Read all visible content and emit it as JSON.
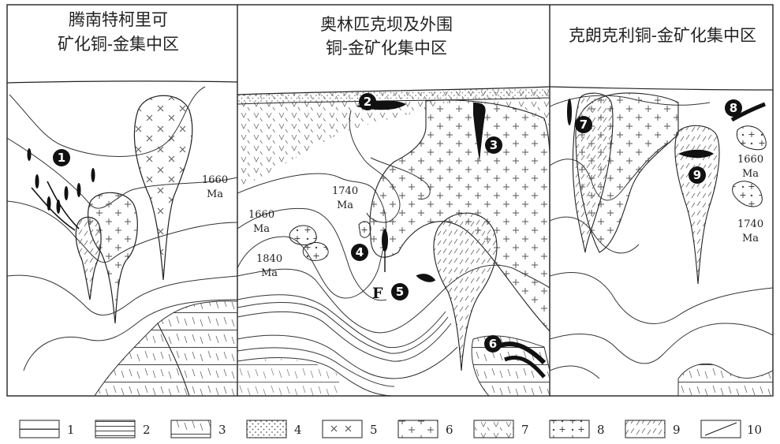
{
  "districts": [
    {
      "line1": "腾南特柯里可",
      "line2": "矿化铜-金集中区"
    },
    {
      "line1": "奥林匹克坝及外围",
      "line2": "铜-金矿化集中区"
    },
    {
      "line1": "克朗克利铜-金矿化集中区",
      "line2": ""
    }
  ],
  "ages": {
    "a1": "1660",
    "a1u": "Ma",
    "a2": "1740",
    "a2u": "Ma",
    "a3": "1660",
    "a3u": "Ma",
    "a4": "1840",
    "a4u": "Ma",
    "a5": "1660",
    "a5u": "Ma",
    "a6": "1740",
    "a6u": "Ma"
  },
  "deposits": [
    "1",
    "2",
    "3",
    "4",
    "5",
    "6",
    "7",
    "8",
    "9"
  ],
  "fault_label": "F",
  "legend": [
    "1",
    "2",
    "3",
    "4",
    "5",
    "6",
    "7",
    "8",
    "9",
    "10"
  ]
}
